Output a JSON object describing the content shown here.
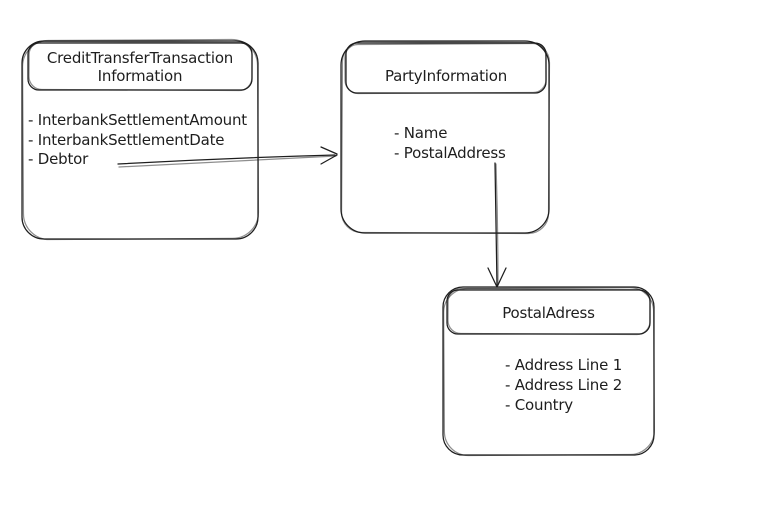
{
  "canvas": {
    "background": "#ffffff",
    "stroke_color": "#1e1e1e"
  },
  "entities": [
    {
      "title": "CreditTransferTransaction Information",
      "items": [
        "- InterbankSettlementAmount",
        "- InterbankSettlementDate",
        "- Debtor"
      ]
    },
    {
      "title": "PartyInformation",
      "items": [
        "- Name",
        "- PostalAddress"
      ]
    },
    {
      "title": "PostalAdress",
      "items": [
        "- Address Line 1",
        "- Address Line 2",
        "- Country"
      ]
    }
  ],
  "connections": [
    {
      "from_entity": "CreditTransferTransaction Information",
      "from_item": "Debtor",
      "to_entity": "PartyInformation",
      "direction": "right"
    },
    {
      "from_entity": "PartyInformation",
      "from_item": "PostalAddress",
      "to_entity": "PostalAdress",
      "direction": "down"
    }
  ]
}
